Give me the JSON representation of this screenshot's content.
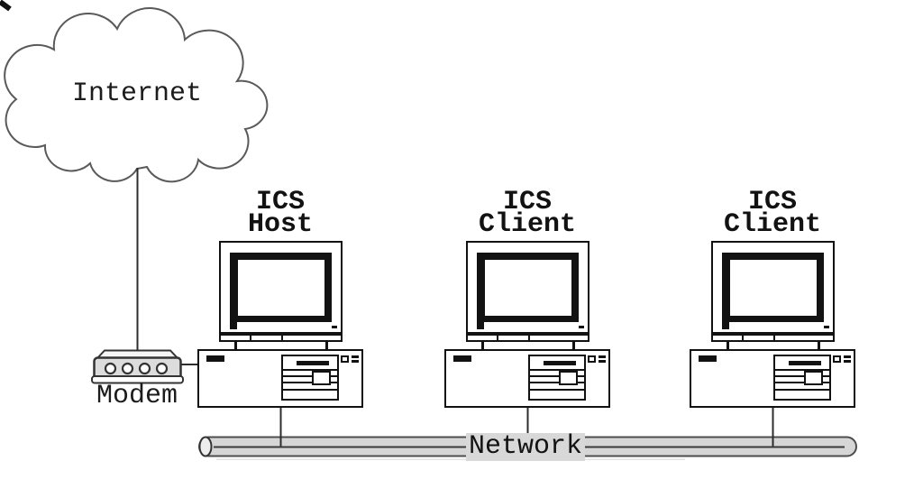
{
  "nodes": {
    "internet": {
      "label": "Internet",
      "type": "cloud"
    },
    "modem": {
      "label": "Modem",
      "type": "modem",
      "led_count": 4
    },
    "computers": [
      {
        "id": "ics-host",
        "label_line1": "ICS",
        "label_line2": "Host",
        "role": "host"
      },
      {
        "id": "ics-client-1",
        "label_line1": "ICS",
        "label_line2": "Client",
        "role": "client"
      },
      {
        "id": "ics-client-2",
        "label_line1": "ICS",
        "label_line2": "Client",
        "role": "client"
      }
    ],
    "network": {
      "label": "Network",
      "type": "bus"
    }
  },
  "connections": [
    {
      "from": "internet",
      "to": "modem"
    },
    {
      "from": "modem",
      "to": "ics-host"
    },
    {
      "from": "ics-host",
      "to": "network"
    },
    {
      "from": "ics-client-1",
      "to": "network"
    },
    {
      "from": "ics-client-2",
      "to": "network"
    }
  ],
  "colors": {
    "background": "#ffffff",
    "ink": "#121212",
    "line": "#2d2d2d",
    "cloud_stroke": "#5a5a5a",
    "pipe_fill": "#d6d6d6",
    "pipe_stroke": "#4d4d4d",
    "label_bg": "#d8d8d8"
  }
}
